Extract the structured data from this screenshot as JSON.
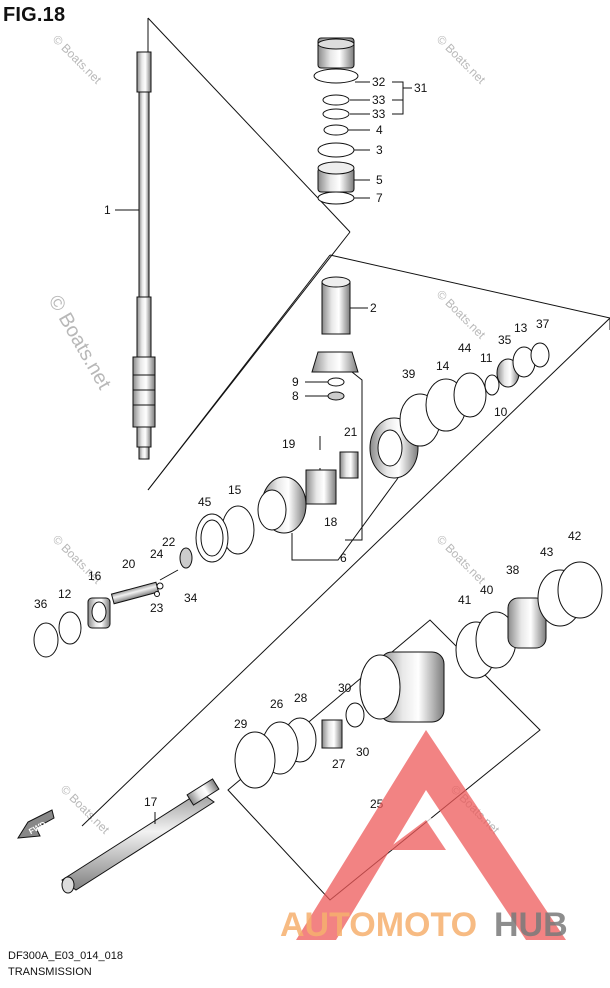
{
  "figure": {
    "title": "FIG.18",
    "code": "DF300A_E03_014_018",
    "name": "TRANSMISSION"
  },
  "watermark": {
    "large": "© Boats.net",
    "small": "© Boats.net"
  },
  "brand": {
    "part1": "AUTOMOTO",
    "part2": "HUB",
    "accent_red": "#ee5a5a",
    "accent_orange": "#f6b06e",
    "accent_gray": "#7a7a7a"
  },
  "direction": {
    "label": "FWD"
  },
  "callouts": {
    "p1": "1",
    "p2": "2",
    "p3": "3",
    "p4": "4",
    "p5": "5",
    "p6": "6",
    "p7": "7",
    "p8": "8",
    "p9": "9",
    "p10": "10",
    "p11": "11",
    "p12": "12",
    "p13": "13",
    "p14": "14",
    "p15": "15",
    "p16": "16",
    "p17": "17",
    "p18": "18",
    "p19": "19",
    "p20": "20",
    "p21": "21",
    "p22": "22",
    "p23": "23",
    "p24": "24",
    "p25": "25",
    "p26": "26",
    "p27": "27",
    "p28": "28",
    "p29": "29",
    "p30a": "30",
    "p30b": "30",
    "p31": "31",
    "p32": "32",
    "p33a": "33",
    "p33b": "33",
    "p34": "34",
    "p35": "35",
    "p36": "36",
    "p37": "37",
    "p38": "38",
    "p39": "39",
    "p40": "40",
    "p41": "41",
    "p42": "42",
    "p43": "43",
    "p44": "44",
    "p45": "45"
  }
}
